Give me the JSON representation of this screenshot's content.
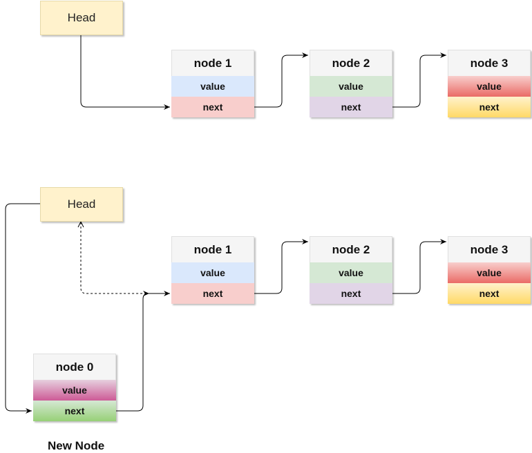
{
  "top_list": {
    "head_label": "Head",
    "nodes": [
      {
        "title": "node 1",
        "value_label": "value",
        "next_label": "next",
        "value_color": "#dae8fc",
        "next_color": "#f8cecc"
      },
      {
        "title": "node 2",
        "value_label": "value",
        "next_label": "next",
        "value_color": "#d5e8d4",
        "next_color": "#e1d5e7"
      },
      {
        "title": "node 3",
        "value_label": "value",
        "next_label": "next",
        "value_color": "#ea6b66",
        "next_color": "#fff2cc"
      }
    ]
  },
  "bottom_list": {
    "head_label": "Head",
    "nodes": [
      {
        "title": "node 1",
        "value_label": "value",
        "next_label": "next",
        "value_color": "#dae8fc",
        "next_color": "#f8cecc"
      },
      {
        "title": "node 2",
        "value_label": "value",
        "next_label": "next",
        "value_color": "#d5e8d4",
        "next_color": "#e1d5e7"
      },
      {
        "title": "node 3",
        "value_label": "value",
        "next_label": "next",
        "value_color": "#ea6b66",
        "next_color": "#fff2cc"
      }
    ],
    "new_node": {
      "title": "node 0",
      "value_label": "value",
      "next_label": "next",
      "value_color": "#e6d0de",
      "next_color": "#97d077"
    },
    "new_node_caption": "New Node"
  }
}
